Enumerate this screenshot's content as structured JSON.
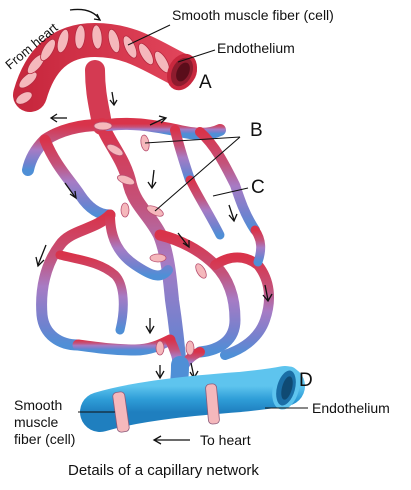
{
  "labels": {
    "from_heart": "From heart",
    "smooth_muscle_top": "Smooth muscle fiber (cell)",
    "endothelium_top": "Endothelium",
    "letter_a": "A",
    "letter_b": "B",
    "letter_c": "C",
    "letter_d": "D",
    "endothelium_bottom": "Endothelium",
    "smooth_muscle_bottom_1": "Smooth",
    "smooth_muscle_bottom_2": "muscle",
    "smooth_muscle_bottom_3": "fiber (cell)",
    "to_heart": "To heart",
    "caption": "Details of a capillary network"
  },
  "colors": {
    "arteriole": "#d9334a",
    "arteriole_light": "#f2a3ae",
    "capillary_mid": "#a77bc4",
    "capillary_low": "#6f82cf",
    "venule": "#2f9ed8",
    "venule_light": "#7fd0f2",
    "muscle_band": "#f5b8bc"
  }
}
